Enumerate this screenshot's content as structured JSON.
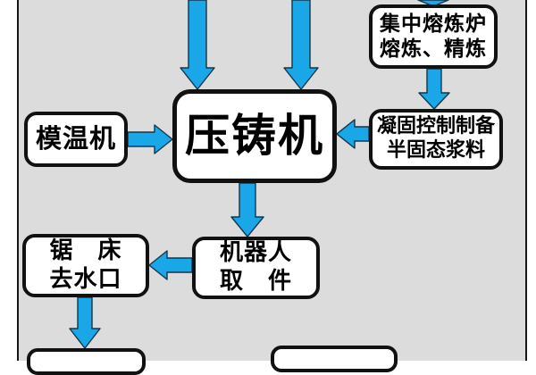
{
  "diagram": {
    "title_hint": "die-casting process flowchart",
    "colors": {
      "panel_background": "#dcdcdc",
      "frame_border": "#161616",
      "arrow_fill": "#19a7e8",
      "box_fill": "#ffffff",
      "box_border": "#111111",
      "text": "#000000"
    },
    "nodes": {
      "melting": {
        "line1": "集中熔炼炉",
        "line2": "熔炼、精炼"
      },
      "solidification": {
        "line1": "凝固控制制备",
        "line2": "半固态浆料"
      },
      "die_casting": {
        "label": "压铸机"
      },
      "mold_temp": {
        "label": "模温机"
      },
      "robot": {
        "line1": "机器人",
        "line2": "取　件"
      },
      "saw": {
        "line1": "锯　床",
        "line2": "去水口"
      },
      "bottom_left": {
        "label": ""
      },
      "bottom_right": {
        "label": ""
      }
    },
    "edges": [
      {
        "from": "offscreen_top_1",
        "to": "die_casting",
        "direction": "down"
      },
      {
        "from": "offscreen_top_2",
        "to": "die_casting",
        "direction": "down"
      },
      {
        "from": "offscreen_top_3",
        "to": "melting",
        "direction": "down"
      },
      {
        "from": "melting",
        "to": "solidification",
        "direction": "down"
      },
      {
        "from": "solidification",
        "to": "die_casting",
        "direction": "left"
      },
      {
        "from": "mold_temp",
        "to": "die_casting",
        "direction": "right"
      },
      {
        "from": "die_casting",
        "to": "robot",
        "direction": "down"
      },
      {
        "from": "robot",
        "to": "saw",
        "direction": "left"
      },
      {
        "from": "saw",
        "to": "bottom_left",
        "direction": "down"
      }
    ]
  }
}
